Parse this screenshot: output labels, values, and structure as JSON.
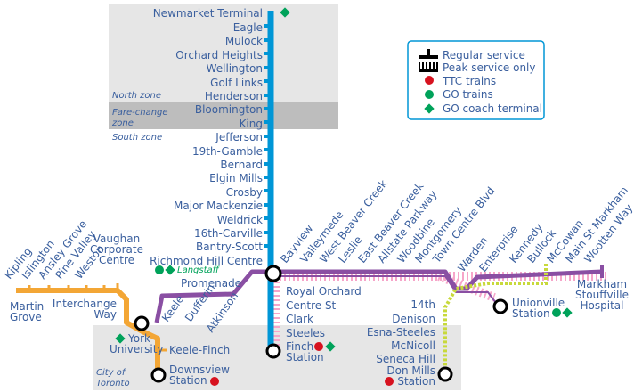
{
  "colors": {
    "yonge": "#0096d6",
    "sheppard": "#8a4fa3",
    "spadina": "#f3a635",
    "stouffville": "#c8d93b",
    "peak_ticks": "#f6a5c9",
    "zone_north": "#e6e6e6",
    "zone_fare": "#bdbdbd",
    "ttc": "#d7121f",
    "go": "#00a25a",
    "label": "#3a5f9e"
  },
  "zones": {
    "north": "North zone",
    "fare_change": "Fare-change zone",
    "south": "South zone",
    "city": "City of Toronto"
  },
  "legend": {
    "regular": "Regular service",
    "peak": "Peak service only",
    "ttc": "TTC trains",
    "go": "GO trains",
    "coach": "GO coach terminal"
  },
  "stations": {
    "yonge_north": [
      "Newmarket Terminal",
      "Eagle",
      "Mulock",
      "Orchard Heights",
      "Wellington",
      "Golf Links",
      "Henderson",
      "Bloomington",
      "King",
      "Jefferson",
      "19th-Gamble",
      "Bernard",
      "Elgin Mills",
      "Crosby",
      "Major Mackenzie",
      "Weldrick",
      "16th-Carville",
      "Bantry-Scott",
      "Richmond Hill Centre"
    ],
    "langstaff": "Langstaff",
    "yonge_south": [
      "Royal Orchard",
      "Centre St",
      "Clark",
      "Steeles"
    ],
    "finch": [
      "Finch",
      "Station"
    ],
    "west": [
      "Kipling",
      "Islington",
      "Ansley Grove",
      "Pine Valley",
      "Weston"
    ],
    "vaughan": [
      "Vaughan",
      "Corporate",
      "Centre"
    ],
    "martin_grove": [
      "Martin",
      "Grove"
    ],
    "interchange": [
      "Interchange",
      "Way"
    ],
    "york_university": [
      "York",
      "University"
    ],
    "keele_finch": "Keele-Finch",
    "downsview": [
      "Downsview",
      "Station"
    ],
    "sheppard_west": [
      "Keele",
      "Dufferin",
      "Atkinson"
    ],
    "promenade": "Promenade",
    "bayview": "Bayview",
    "sheppard_east": [
      "Valleymede",
      "West Beaver Creek",
      "Leslie",
      "East Beaver Creek",
      "Allstate Parkway",
      "Woodbine",
      "Montgomery",
      "Town Centre Blvd",
      "Warden",
      "Enterprise",
      "Kennedy",
      "Bullock",
      "McCowan",
      "Main St Markham",
      "Wootten Way"
    ],
    "markham_hospital": [
      "Markham",
      "Stouffville",
      "Hospital"
    ],
    "unionville": [
      "Unionville",
      "Station"
    ],
    "stouffville": [
      "14th",
      "Denison",
      "Esna-Steeles",
      "McNicoll",
      "Seneca Hill"
    ],
    "don_mills": [
      "Don Mills",
      "Station"
    ]
  }
}
